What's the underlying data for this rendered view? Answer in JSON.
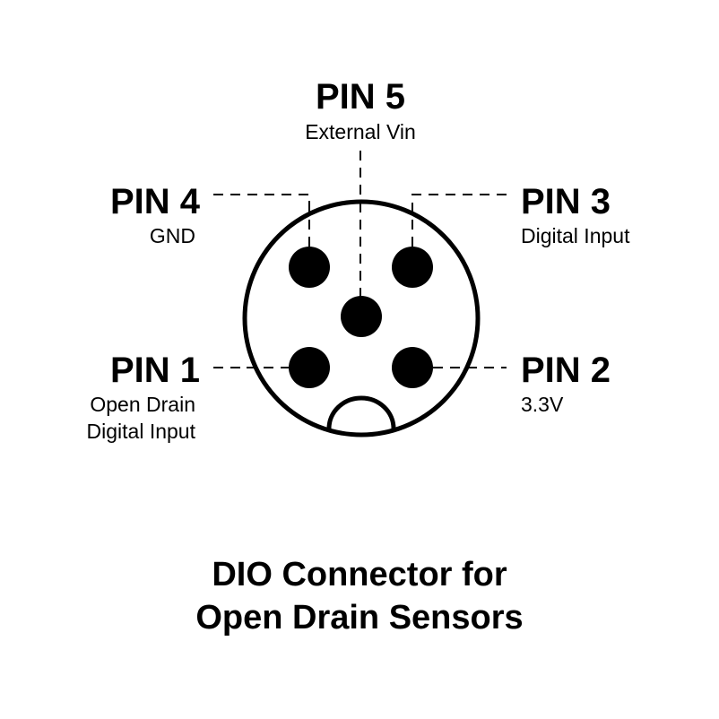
{
  "pins": {
    "pin5": {
      "title": "PIN 5",
      "desc": [
        "External Vin"
      ]
    },
    "pin4": {
      "title": "PIN 4",
      "desc": [
        "GND"
      ]
    },
    "pin3": {
      "title": "PIN 3",
      "desc": [
        "Digital Input"
      ]
    },
    "pin1": {
      "title": "PIN 1",
      "desc": [
        "Open Drain",
        "Digital Input"
      ]
    },
    "pin2": {
      "title": "PIN 2",
      "desc": [
        "3.3V"
      ]
    }
  },
  "caption": [
    "DIO Connector for",
    "Open Drain Sensors"
  ],
  "colors": {
    "ink": "#000000",
    "background": "#ffffff"
  }
}
